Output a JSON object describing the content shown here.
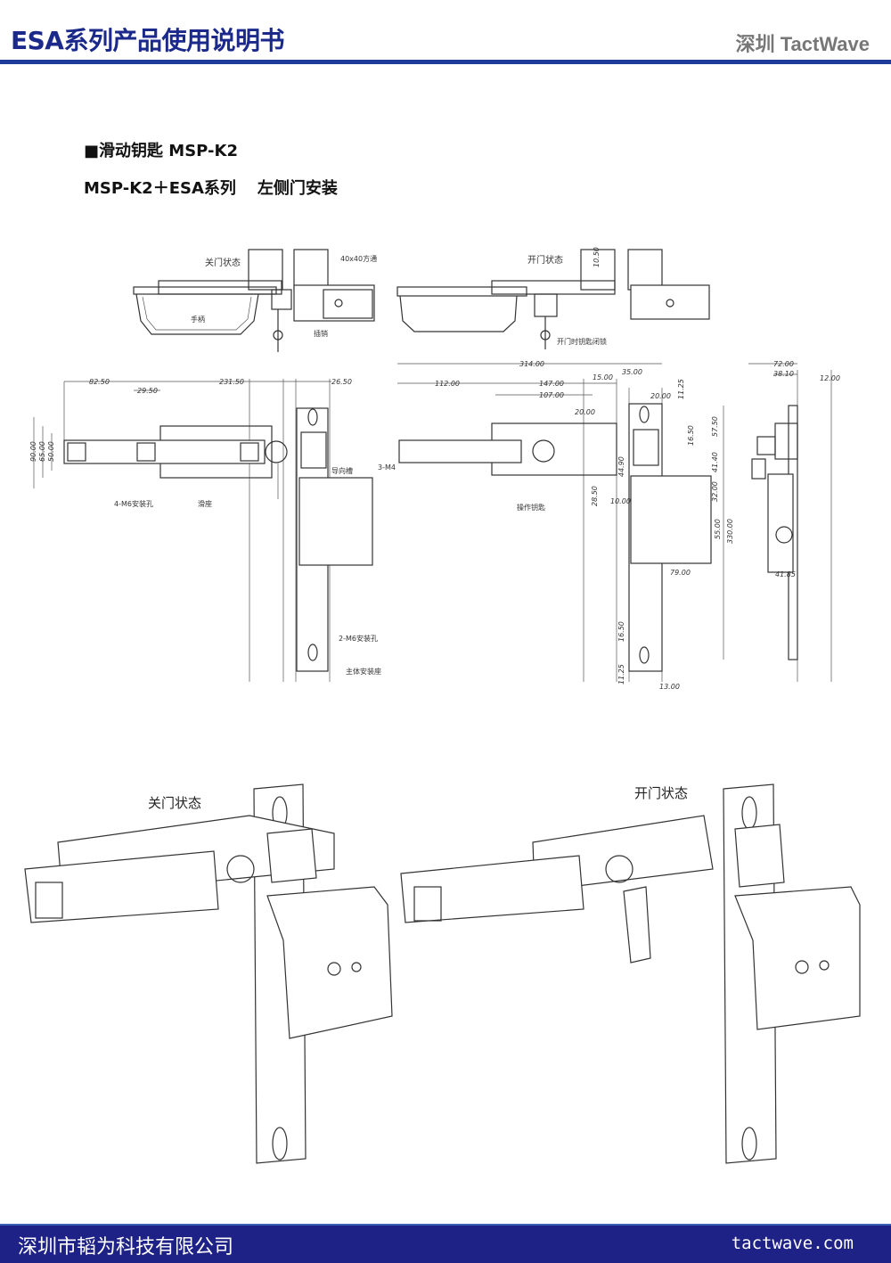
{
  "header": {
    "title": "ESA系列产品使用说明书",
    "brand": "深圳 TactWave"
  },
  "section": {
    "bullet": "■",
    "subtitle": "滑动钥匙 MSP-K2",
    "heading_product": "MSP-K2＋ESA系列",
    "heading_install": "左侧门安装"
  },
  "top_views": {
    "closed": {
      "title": "关门状态",
      "tube": "40x40方通",
      "handle": "手柄",
      "pin": "插销"
    },
    "open": {
      "title": "开门状态",
      "dim": "10.50",
      "key_lock": "开门时钥匙闭锁"
    }
  },
  "front_left": {
    "dims": [
      "82.50",
      "231.50",
      "29.50",
      "26.50",
      "90.00",
      "65.00",
      "50.00"
    ],
    "labels": {
      "mount_holes_4": "4-M6安装孔",
      "slide": "滑座",
      "guide_slot": "导向槽",
      "m4": "3-M4",
      "mount_holes_2": "2-M6安装孔",
      "body_mount": "主体安装座"
    }
  },
  "front_right": {
    "dims": [
      "314.00",
      "112.00",
      "147.00",
      "107.00",
      "15.00",
      "35.00",
      "20.00",
      "20.00",
      "11.25",
      "16.50",
      "57.50",
      "44.90",
      "41.40",
      "28.50",
      "10.00",
      "32.00",
      "55.00",
      "330.00",
      "79.00",
      "16.50",
      "11.25",
      "13.00"
    ],
    "labels": {
      "key": "操作钥匙"
    }
  },
  "side_view": {
    "dims": [
      "72.00",
      "38.10",
      "12.00",
      "41.85"
    ]
  },
  "iso_views": {
    "closed": "关门状态",
    "open": "开门状态"
  },
  "footer": {
    "company": "深圳市韬为科技有限公司",
    "url": "tactwave.com"
  },
  "colors": {
    "primary": "#1e2185",
    "rule": "#1e3a9a",
    "brand_grey": "#777777"
  }
}
